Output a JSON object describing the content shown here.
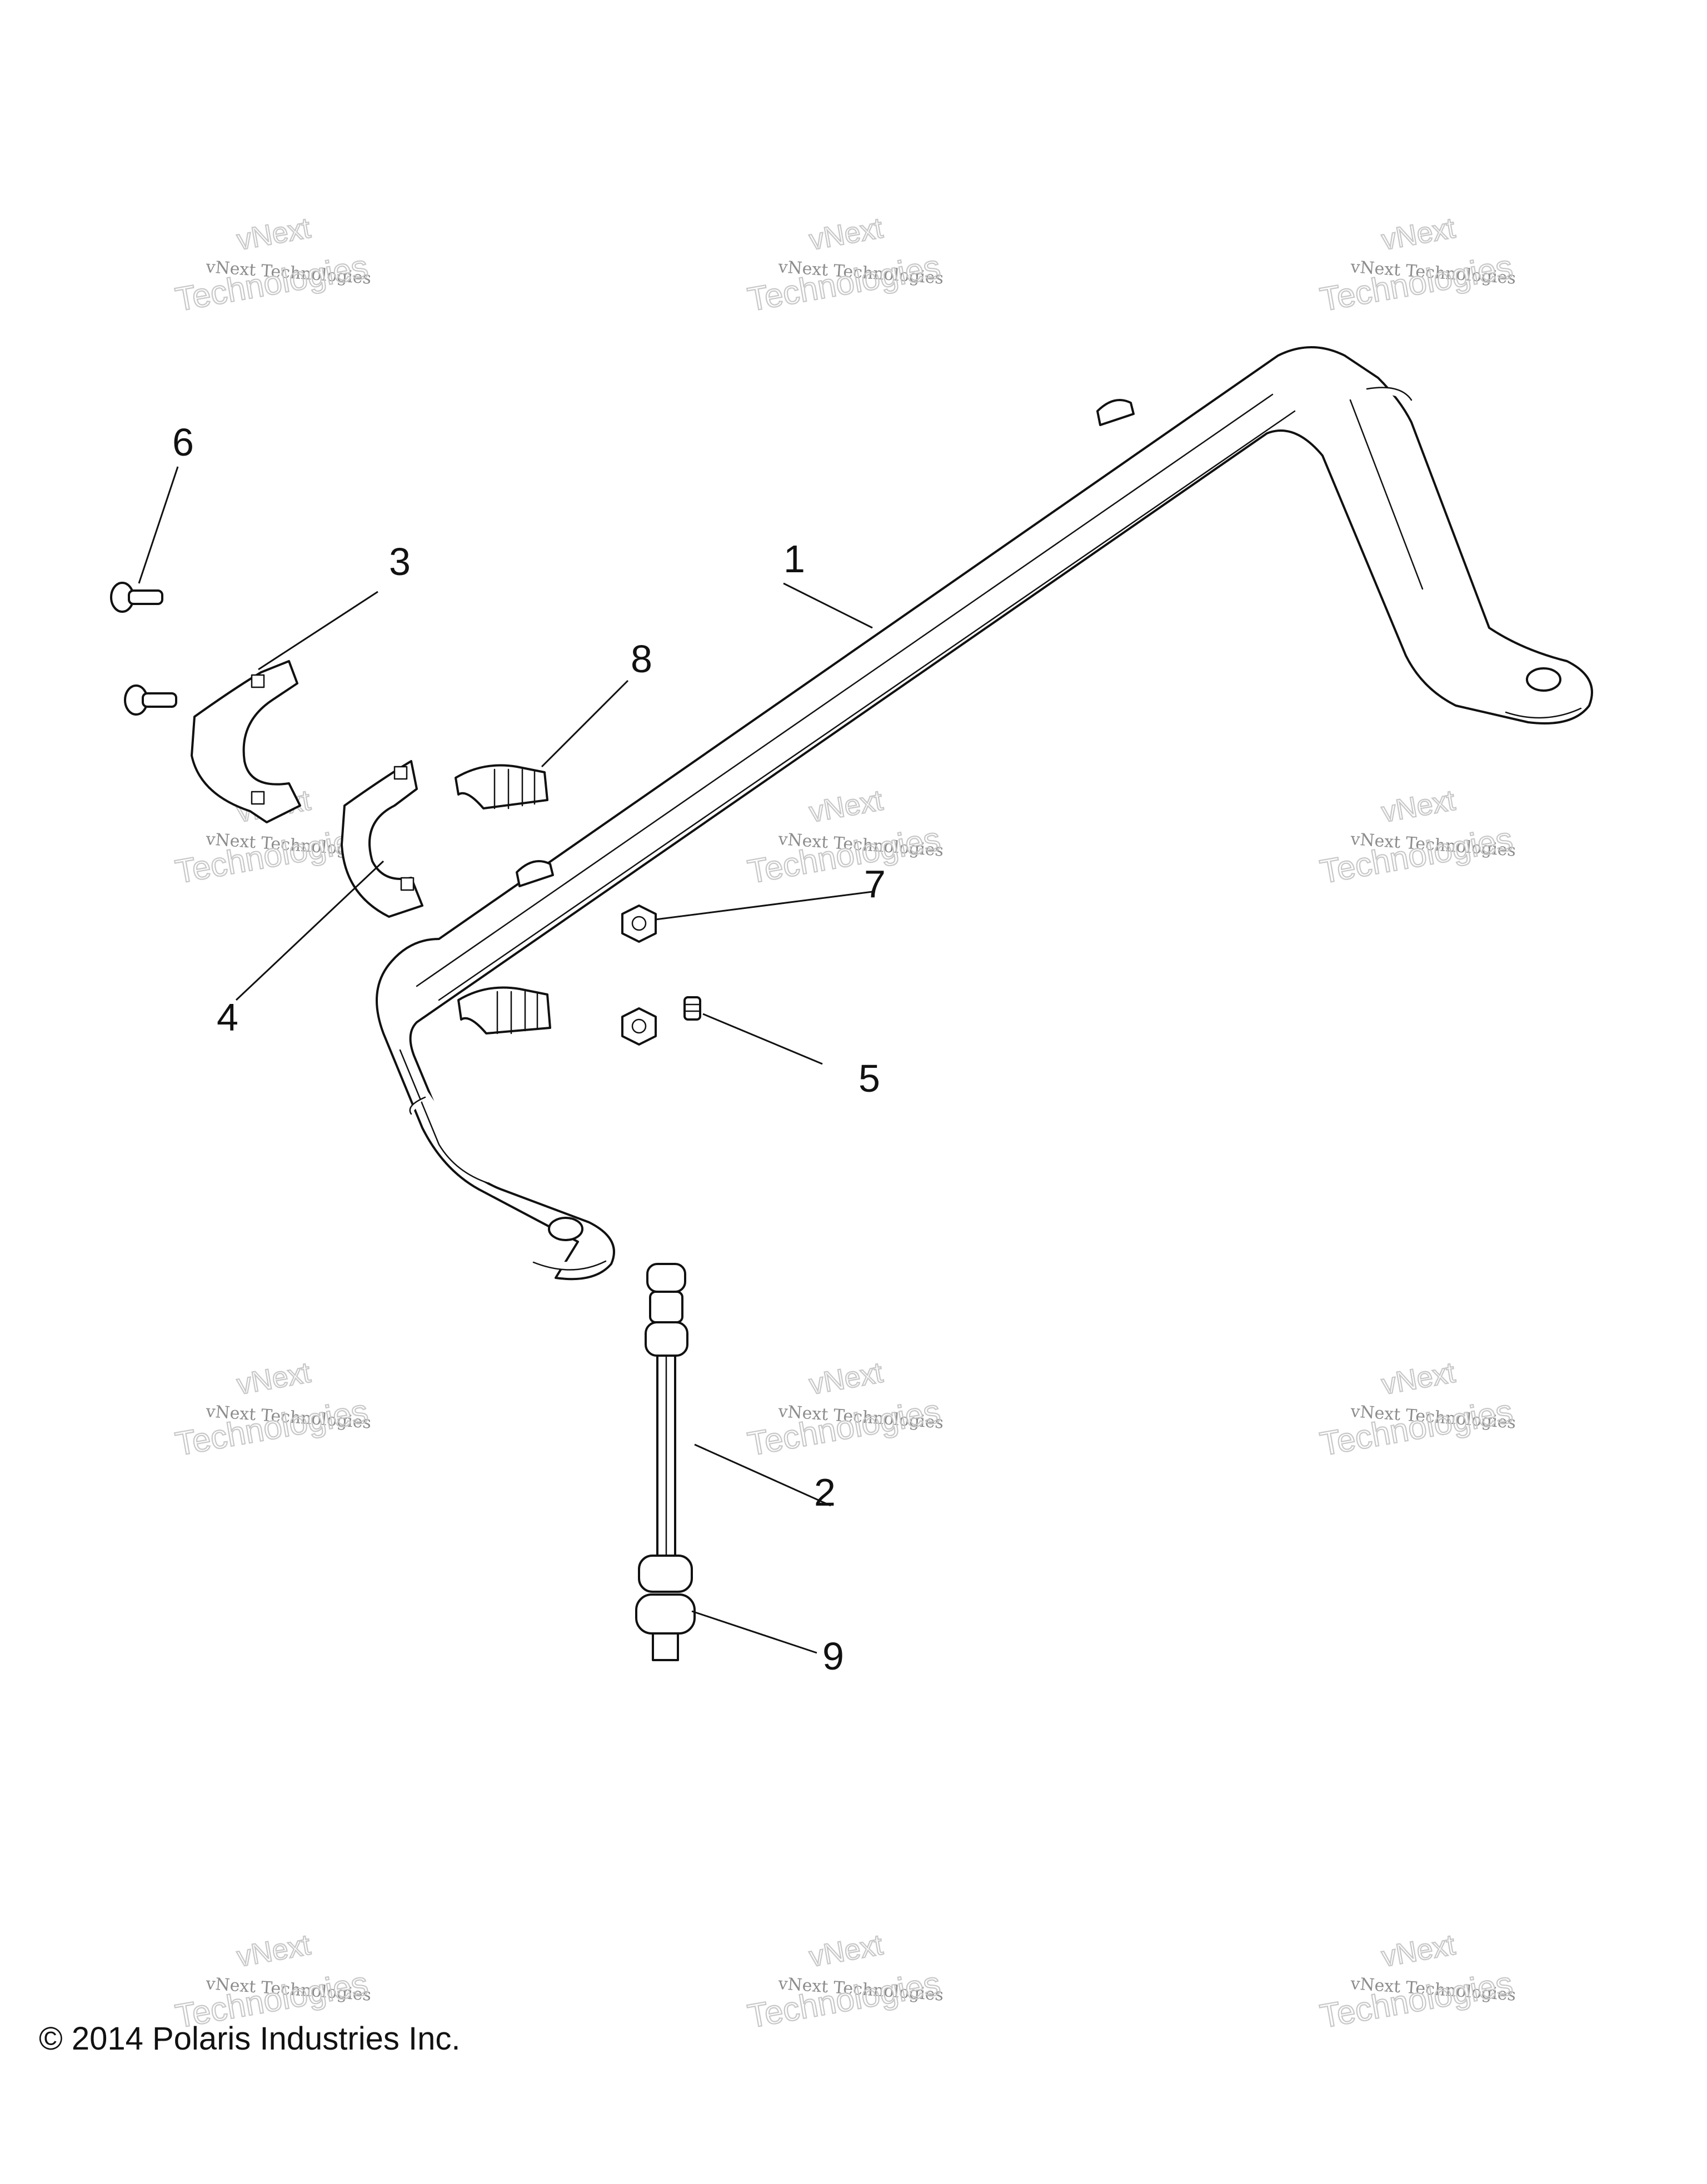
{
  "callouts": [
    {
      "id": "1",
      "label": "1"
    },
    {
      "id": "2",
      "label": "2"
    },
    {
      "id": "3",
      "label": "3"
    },
    {
      "id": "4",
      "label": "4"
    },
    {
      "id": "5",
      "label": "5"
    },
    {
      "id": "6",
      "label": "6"
    },
    {
      "id": "7",
      "label": "7"
    },
    {
      "id": "8",
      "label": "8"
    },
    {
      "id": "9",
      "label": "9"
    }
  ],
  "watermark": {
    "line_small_1": "vNext",
    "line_small_2": "vNext Technologies",
    "line_big": "Technologies"
  },
  "copyright": "© 2014 Polaris Industries Inc."
}
